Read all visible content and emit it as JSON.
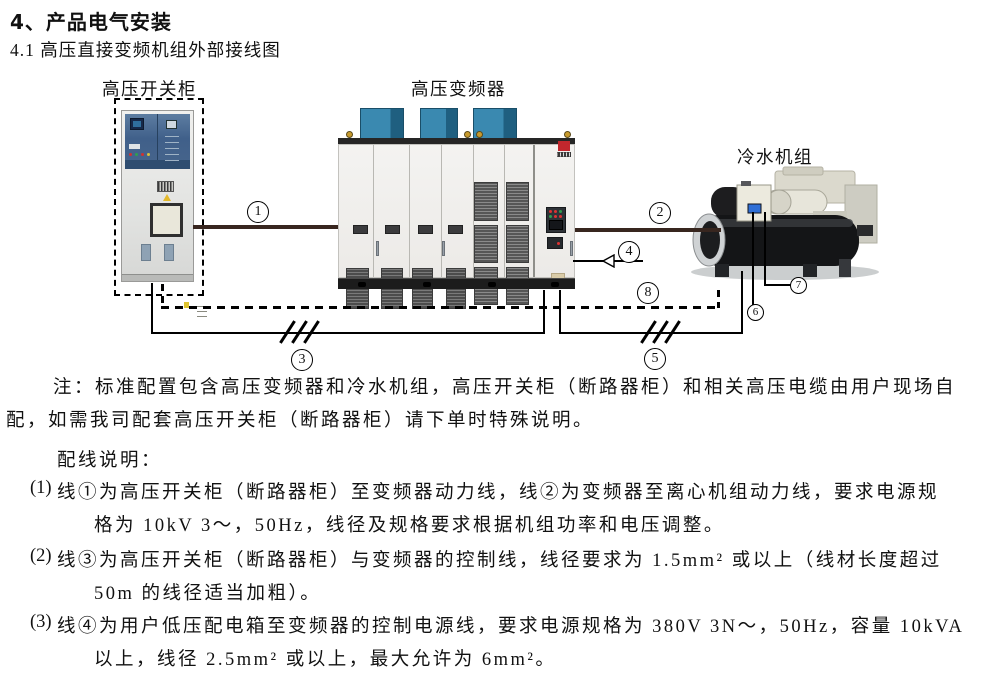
{
  "page": {
    "title": "4、产品电气安装",
    "subtitle": "4.1 高压直接变频机组外部接线图"
  },
  "diagram": {
    "switchgear_label": "高压开关柜",
    "vfd_label": "高压变频器",
    "chiller_label": "冷水机组",
    "wires": {
      "w1": "1",
      "w2": "2",
      "w3": "3",
      "w4": "4",
      "w5": "5",
      "w6": "6",
      "w7": "7",
      "w8": "8"
    }
  },
  "notes": {
    "note_line1": "注：标准配置包含高压变频器和冷水机组，高压开关柜（断路器柜）和相关高压电缆由用户现场自",
    "note_line2": "配，如需我司配套高压开关柜（断路器柜）请下单时特殊说明。",
    "wiring_title": "配线说明：",
    "items": [
      {
        "no": "(1)",
        "line1": "线①为高压开关柜（断路器柜）至变频器动力线，线②为变频器至离心机组动力线，要求电源规",
        "line2": "格为 10kV 3～，50Hz，线径及规格要求根据机组功率和电压调整。"
      },
      {
        "no": "(2)",
        "line1": "线③为高压开关柜（断路器柜）与变频器的控制线，线径要求为 1.5mm² 或以上（线材长度超过",
        "line2": "50m 的线径适当加粗）。"
      },
      {
        "no": "(3)",
        "line1": "线④为用户低压配电箱至变频器的控制电源线，要求电源规格为 380V  3N～，50Hz，容量 10kVA",
        "line2": "以上，线径 2.5mm² 或以上，最大允许为 6mm²。"
      }
    ]
  },
  "colors": {
    "power_line": "#38261f",
    "wire_black": "#000000",
    "fan_blue": "#2e7ba3",
    "panel_blue": "#46648c",
    "logo_red": "#c2272d",
    "screen_blue": "#2f6fd6"
  }
}
